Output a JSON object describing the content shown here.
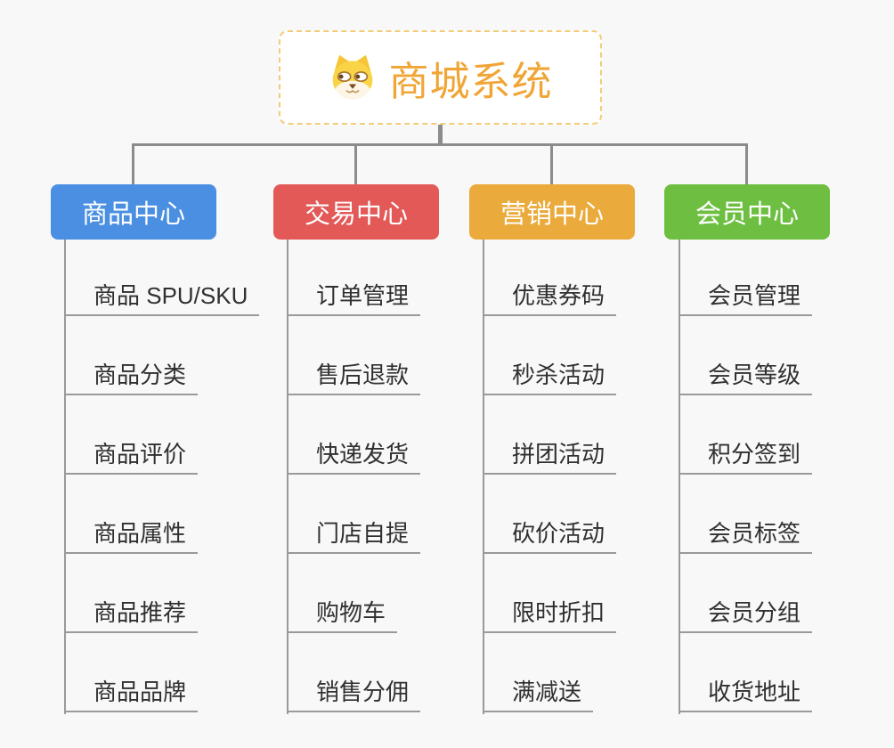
{
  "page": {
    "background": "#f8f8f8",
    "connector_color": "#8c8c8c",
    "line_color": "#9a9a9a"
  },
  "root": {
    "label": "商城系统",
    "icon": "shiba-dog-icon",
    "text_color": "#f0a535",
    "border_color": "#f3cc7a"
  },
  "branches": [
    {
      "label": "商品中心",
      "color": "#4b8fe2",
      "items": [
        "商品 SPU/SKU",
        "商品分类",
        "商品评价",
        "商品属性",
        "商品推荐",
        "商品品牌"
      ]
    },
    {
      "label": "交易中心",
      "color": "#e25958",
      "items": [
        "订单管理",
        "售后退款",
        "快递发货",
        "门店自提",
        "购物车",
        "销售分佣"
      ]
    },
    {
      "label": "营销中心",
      "color": "#ebaa3c",
      "items": [
        "优惠券码",
        "秒杀活动",
        "拼团活动",
        "砍价活动",
        "限时折扣",
        "满减送"
      ]
    },
    {
      "label": "会员中心",
      "color": "#6ebf41",
      "items": [
        "会员管理",
        "会员等级",
        "积分签到",
        "会员标签",
        "会员分组",
        "收货地址"
      ]
    }
  ]
}
